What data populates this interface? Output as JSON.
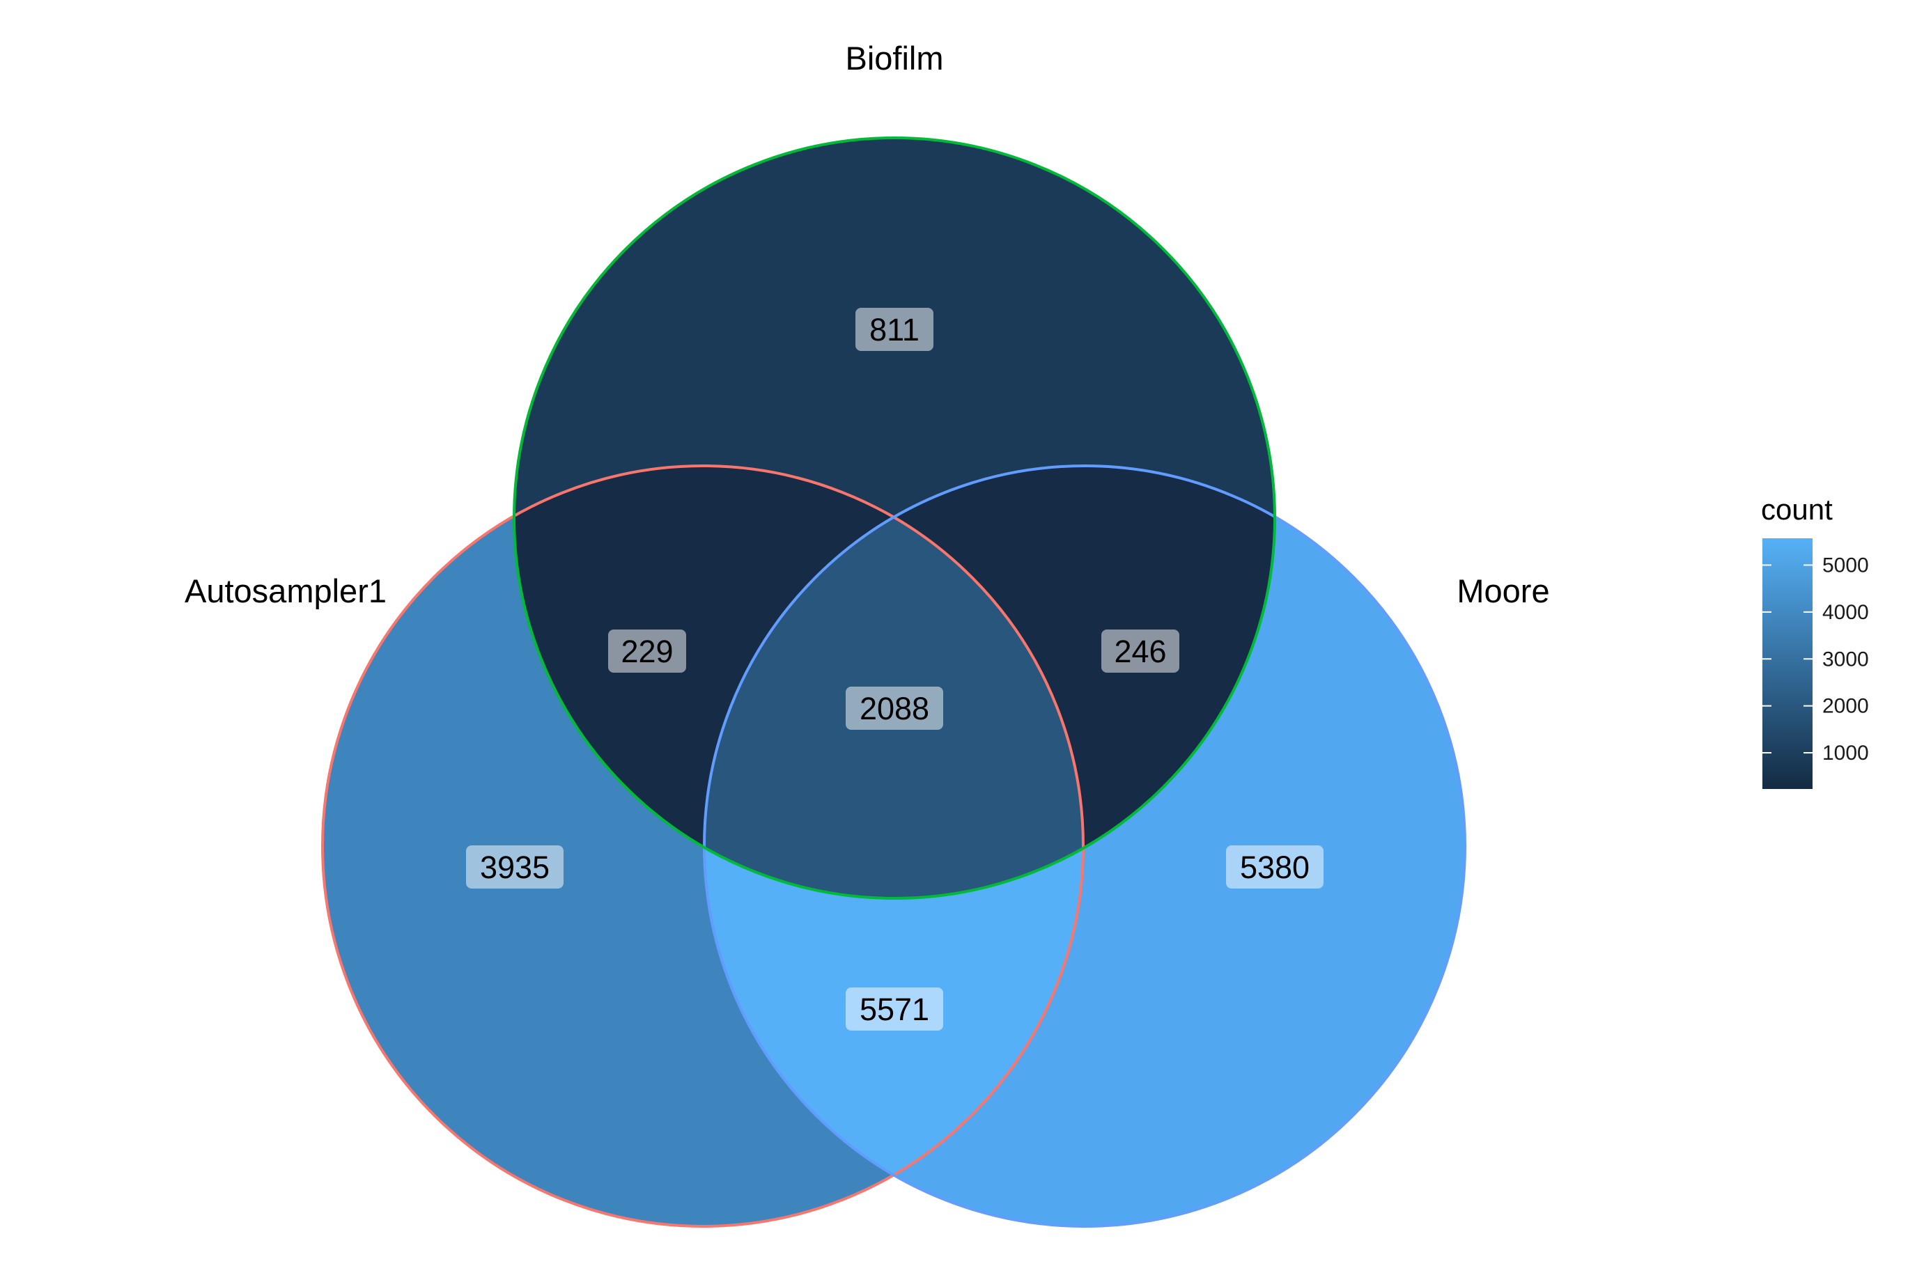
{
  "chart_data": {
    "type": "venn",
    "sets": [
      {
        "name": "Autosampler1",
        "border_color": "#F8766D"
      },
      {
        "name": "Biofilm",
        "border_color": "#00BA38"
      },
      {
        "name": "Moore",
        "border_color": "#619CFF"
      }
    ],
    "regions": [
      {
        "sets": [
          "Autosampler1"
        ],
        "count": 3935,
        "fill": "#3E85BD"
      },
      {
        "sets": [
          "Biofilm"
        ],
        "count": 811,
        "fill": "#1B3A57"
      },
      {
        "sets": [
          "Moore"
        ],
        "count": 5380,
        "fill": "#52A8F0"
      },
      {
        "sets": [
          "Autosampler1",
          "Biofilm"
        ],
        "count": 229,
        "fill": "#162B45"
      },
      {
        "sets": [
          "Biofilm",
          "Moore"
        ],
        "count": 246,
        "fill": "#162B45"
      },
      {
        "sets": [
          "Autosampler1",
          "Moore"
        ],
        "count": 5571,
        "fill": "#56B0F8"
      },
      {
        "sets": [
          "Autosampler1",
          "Biofilm",
          "Moore"
        ],
        "count": 2088,
        "fill": "#28567D"
      }
    ],
    "legend": {
      "title": "count",
      "position": "right",
      "ticks": [
        1000,
        2000,
        3000,
        4000,
        5000
      ],
      "tick_labels": [
        "1000",
        "2000",
        "3000",
        "4000",
        "5000"
      ],
      "range": [
        229,
        5571
      ],
      "gradient": [
        "#132B43",
        "#56B1F7"
      ]
    }
  }
}
